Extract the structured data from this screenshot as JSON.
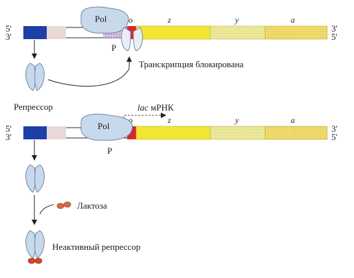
{
  "top": {
    "strand_5": "5'",
    "strand_3": "3'",
    "strand_3_right": "3'",
    "strand_5_right": "5'",
    "pol": "Pol",
    "p": "P",
    "o": "o",
    "z": "z",
    "y": "y",
    "a": "a",
    "blocked": "Транскрипция блокирована",
    "repressor": "Репрессор"
  },
  "bottom": {
    "strand_5": "5'",
    "strand_3": "3'",
    "strand_3_right": "3'",
    "strand_5_right": "5'",
    "pol": "Pol",
    "p": "P",
    "o": "o",
    "z": "z",
    "y": "y",
    "a": "a",
    "lac": "lac",
    "mrna": " мРНК",
    "lactose": "Лактоза",
    "inactive": "Неактивный репрессор"
  },
  "colors": {
    "regulator_blue": "#1f3fa8",
    "promoter_pink": "#e8a8b0",
    "operator_red": "#d8262e",
    "gene_z_yellow": "#f2e633",
    "gene_y_pale": "#ece99a",
    "gene_a_gold": "#f0dc6a",
    "protein_blue": "#c9d9ec",
    "lactose_orange": "#d96a3a"
  }
}
